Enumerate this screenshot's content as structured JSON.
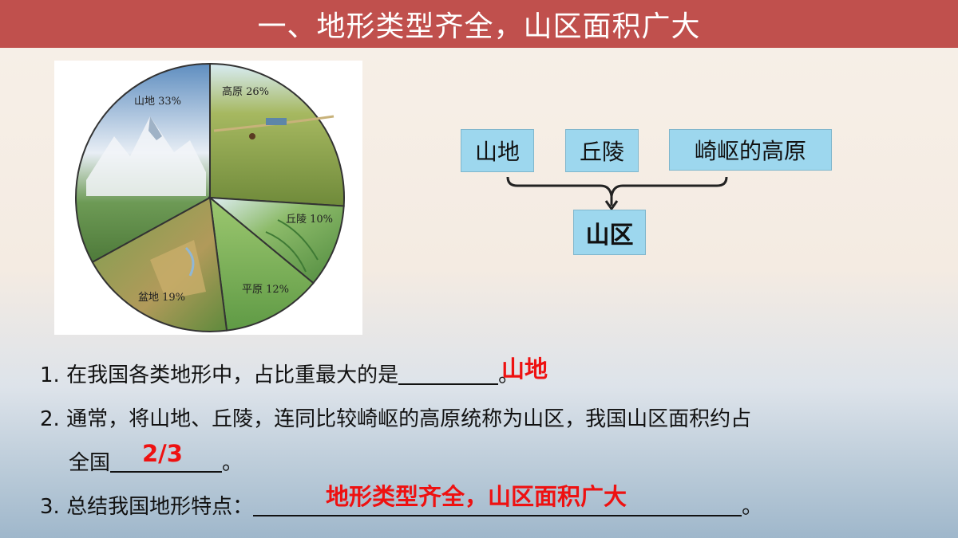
{
  "title": "一、地形类型齐全，山区面积广大",
  "pie": {
    "slices": [
      {
        "label": "山地 33%",
        "value": 33,
        "color": "#7fa7c9"
      },
      {
        "label": "高原 26%",
        "value": 26,
        "color": "#8fa24a"
      },
      {
        "label": "丘陵 10%",
        "value": 10,
        "color": "#7fae62"
      },
      {
        "label": "平原 12%",
        "value": 12,
        "color": "#9ec46a"
      },
      {
        "label": "盆地 19%",
        "value": 19,
        "color": "#8e9a4a"
      }
    ]
  },
  "diagram": {
    "box1": "山地",
    "box2": "丘陵",
    "box3": "崎岖的高原",
    "result": "山区"
  },
  "questions": {
    "q1_text": "1. 在我国各类地形中，占比重最大的是",
    "q1_end": "。",
    "q1_answer": "山地",
    "q2_line1": "2. 通常，将山地、丘陵，连同比较崎岖的高原统称为山区，我国山区面积约占",
    "q2_line2": "全国",
    "q2_end": "。",
    "q2_answer": "2/3",
    "q3_text": "3. 总结我国地形特点：",
    "q3_end": "。",
    "q3_answer": "地形类型齐全，山区面积广大"
  }
}
